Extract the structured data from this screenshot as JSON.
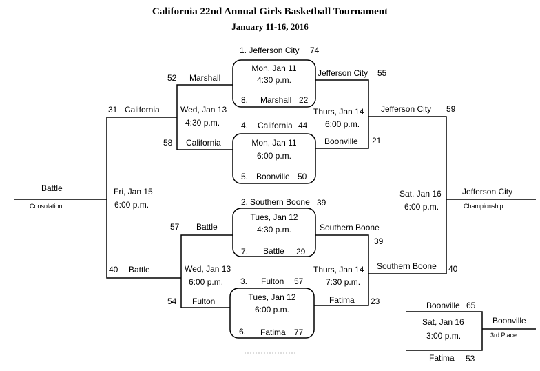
{
  "title": "California 22nd Annual Girls Basketball Tournament",
  "dates": "January 11-16, 2016",
  "g1": {
    "team1": "1. Jefferson City",
    "score1": "74",
    "date": "Mon, Jan 11",
    "time": "4:30 p.m.",
    "team2": "8.",
    "team2name": "Marshall",
    "score2": "22"
  },
  "g4": {
    "team1": "4.",
    "team1name": "California",
    "score1": "44",
    "date": "Mon, Jan 11",
    "time": "6:00 p.m.",
    "team2": "5.",
    "team2name": "Boonville",
    "score2": "50"
  },
  "g2": {
    "team1": "2.",
    "team1name": "Southern Boone",
    "score1": "39",
    "date": "Tues, Jan 12",
    "time": "4:30 p.m.",
    "team2": "7.",
    "team2name": "Battle",
    "score2": "29"
  },
  "g3": {
    "team1": "3.",
    "team1name": "Fulton",
    "score1": "57",
    "date": "Tues, Jan 12",
    "time": "6:00 p.m.",
    "team2": "6.",
    "team2name": "Fatima",
    "score2": "77"
  },
  "semiL_top": {
    "seed_score": "52",
    "team": "Marshall",
    "date": "Wed, Jan 13",
    "time": "4:30 p.m.",
    "team2score": "58",
    "team2": "California"
  },
  "semiL_bot": {
    "seed_score": "57",
    "team": "Battle",
    "date": "Wed, Jan 13",
    "time": "6:00 p.m.",
    "team2score": "54",
    "team2": "Fulton"
  },
  "semiR_top": {
    "team": "Jefferson City",
    "score": "55",
    "date": "Thurs, Jan 14",
    "time": "6:00 p.m.",
    "team2": "Boonville",
    "score2": "21"
  },
  "semiR_bot": {
    "team": "Southern Boone",
    "score": "39",
    "date": "Thurs, Jan 14",
    "time": "7:30 p.m.",
    "team2": "Fatima",
    "score2": "23"
  },
  "consolation": {
    "top_score": "31",
    "top_team": "California",
    "date": "Fri, Jan 15",
    "time": "6:00 p.m.",
    "bot_score": "40",
    "bot_team": "Battle",
    "winner": "Battle",
    "label": "Consolation"
  },
  "championship": {
    "top_team": "Jefferson City",
    "top_score": "59",
    "date": "Sat, Jan 16",
    "time": "6:00 p.m.",
    "bot_team": "Southern Boone",
    "bot_score": "40",
    "winner": "Jefferson City",
    "label": "Championship"
  },
  "third": {
    "top_team": "Boonville",
    "top_score": "65",
    "date": "Sat, Jan 16",
    "time": "3:00 p.m.",
    "bot_team": "Fatima",
    "bot_score": "53",
    "winner": "Boonville",
    "label": "3rd Place"
  }
}
